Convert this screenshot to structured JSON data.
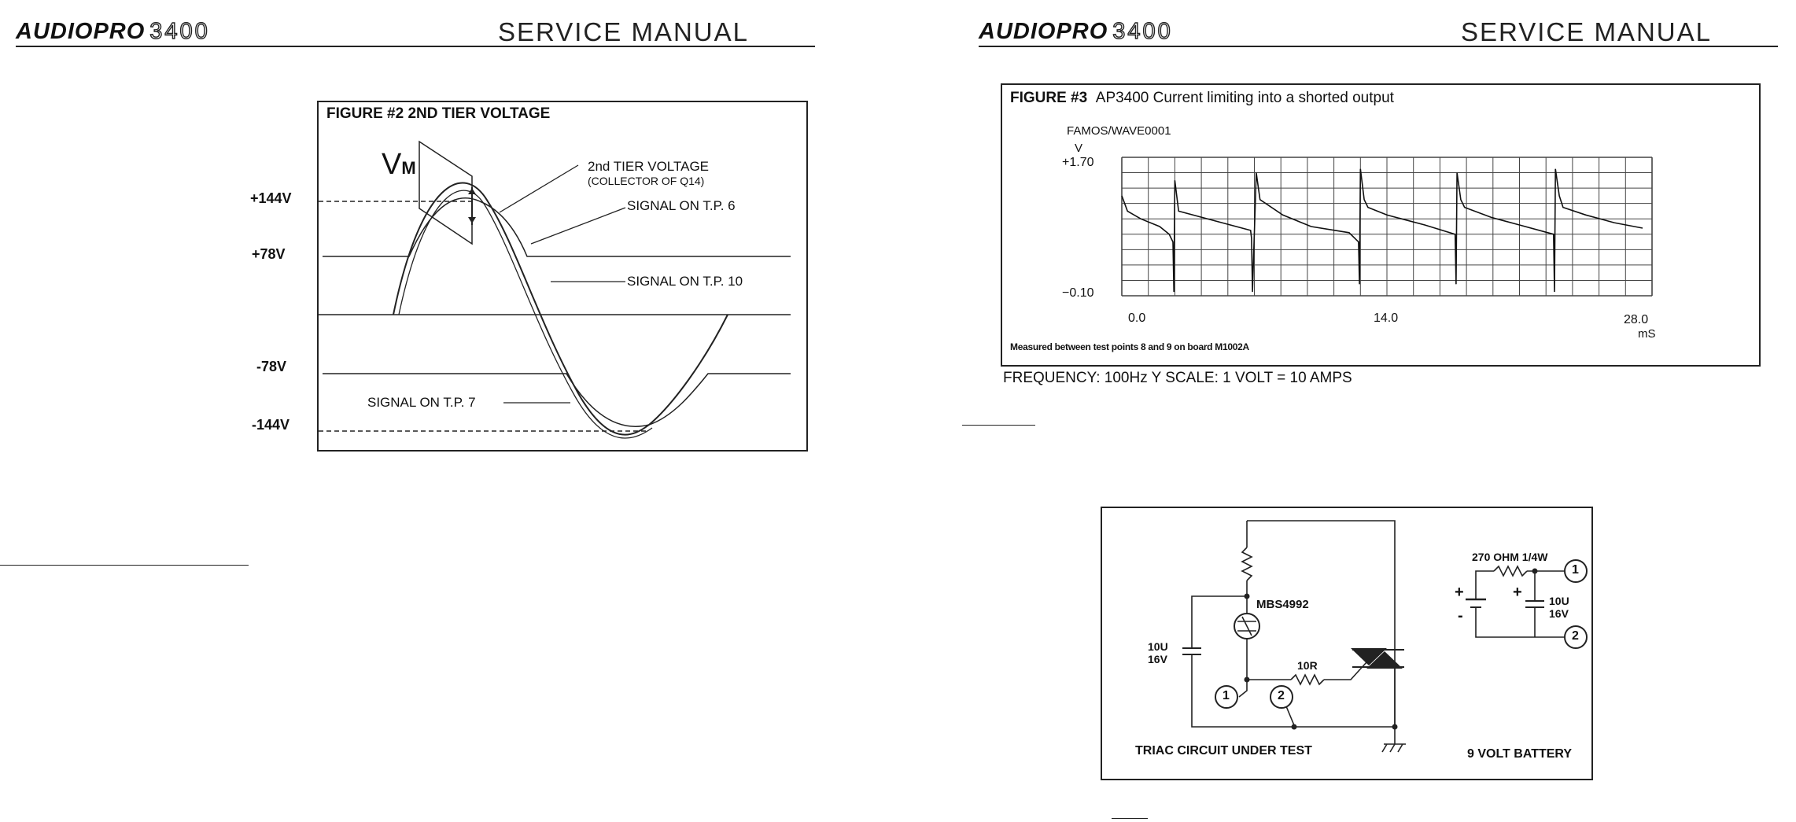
{
  "left_page": {
    "header": {
      "brand": "AUDIOPRO",
      "model": "3400",
      "manual": "SERVICE MANUAL"
    },
    "figure": {
      "title": "FIGURE #2 2ND TIER VOLTAGE",
      "vm_label": "V",
      "vm_sub": "M",
      "voltage_levels": [
        "+144V",
        "+78V",
        "-78V",
        "-144V"
      ],
      "labels": {
        "tier": "2nd TIER VOLTAGE",
        "collector": "(COLLECTOR OF Q14)",
        "tp6": "SIGNAL ON T.P. 6",
        "tp10": "SIGNAL ON T.P. 10",
        "tp7": "SIGNAL ON T.P. 7"
      }
    }
  },
  "right_page": {
    "header": {
      "brand": "AUDIOPRO",
      "model": "3400",
      "manual": "SERVICE MANUAL"
    },
    "figure": {
      "title_prefix": "FIGURE #3",
      "title": "AP3400 Current limiting into a shorted output",
      "source": "FAMOS/WAVE0001",
      "unit_v": "V",
      "y_top": "+1.70",
      "y_bottom": "−0.10",
      "x_ticks": [
        "0.0",
        "14.0",
        "28.0"
      ],
      "x_unit": "mS",
      "note_prefix": "Measured between test points 8 and 9 on board",
      "note_board": "M1002A"
    },
    "caption": "FREQUENCY: 100Hz  Y SCALE: 1 VOLT = 10 AMPS",
    "circuit": {
      "part": "MBS4992",
      "cap_left_value": "10U",
      "cap_left_voltage": "16V",
      "resistor": "10R",
      "terminal_1": "1",
      "terminal_2": "2",
      "left_caption": "TRIAC CIRCUIT UNDER TEST",
      "battery_resistor": "270 OHM 1/4W",
      "battery_cap_value": "10U",
      "battery_cap_voltage": "16V",
      "plus": "+",
      "minus": "-",
      "right_caption": "9 VOLT BATTERY"
    }
  },
  "chart_data": {
    "type": "line",
    "title": "AP3400 Current limiting into a shorted output",
    "xlabel": "mS",
    "ylabel": "V",
    "xlim": [
      0,
      28
    ],
    "ylim": [
      -0.1,
      1.7
    ],
    "x_ticks": [
      0,
      14,
      28
    ],
    "grid": true,
    "series": [
      {
        "x": [
          0.0,
          0.3,
          1.0,
          2.0,
          2.5,
          2.7,
          2.75,
          2.8,
          3.0,
          6.8,
          6.85,
          6.9,
          7.1,
          7.3,
          8.5,
          10.0,
          12.0,
          12.5,
          12.55,
          12.6,
          12.8,
          13.0,
          14.0,
          16.0,
          17.6,
          17.65,
          17.7,
          17.9,
          18.1,
          19.5,
          21.0,
          22.8,
          22.85,
          22.9,
          23.1,
          23.3,
          24.5,
          26.0,
          27.5
        ],
        "y": [
          1.2,
          1.0,
          0.9,
          0.8,
          0.7,
          0.6,
          -0.05,
          1.4,
          1.0,
          0.75,
          0.65,
          -0.05,
          1.5,
          1.15,
          0.95,
          0.8,
          0.72,
          0.6,
          0.05,
          1.55,
          1.15,
          1.05,
          0.95,
          0.82,
          0.7,
          0.05,
          1.5,
          1.15,
          1.05,
          0.92,
          0.82,
          0.7,
          -0.05,
          1.55,
          1.2,
          1.05,
          0.95,
          0.85,
          0.78
        ]
      }
    ]
  }
}
